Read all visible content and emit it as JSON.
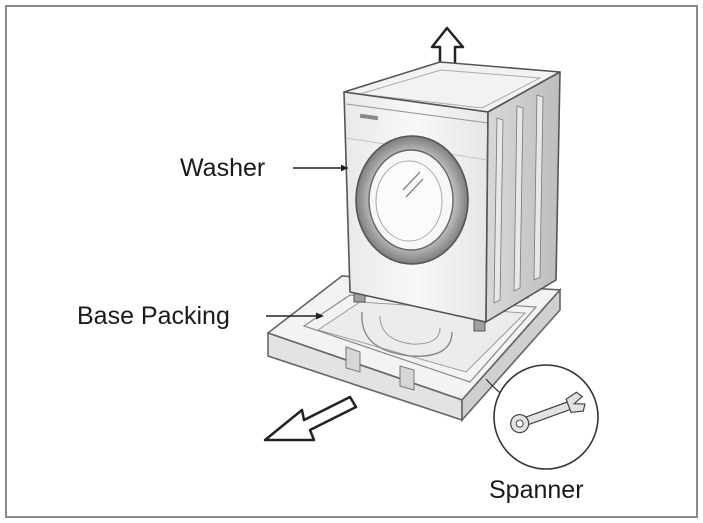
{
  "labels": {
    "washer": "Washer",
    "base_packing": "Base Packing",
    "spanner": "Spanner"
  },
  "colors": {
    "frame": "#8a8a8a",
    "outline": "#555555",
    "light_fill": "#f4f4f4",
    "shade_fill": "#dcdcdc",
    "door_ring": "#9a9a9a"
  }
}
